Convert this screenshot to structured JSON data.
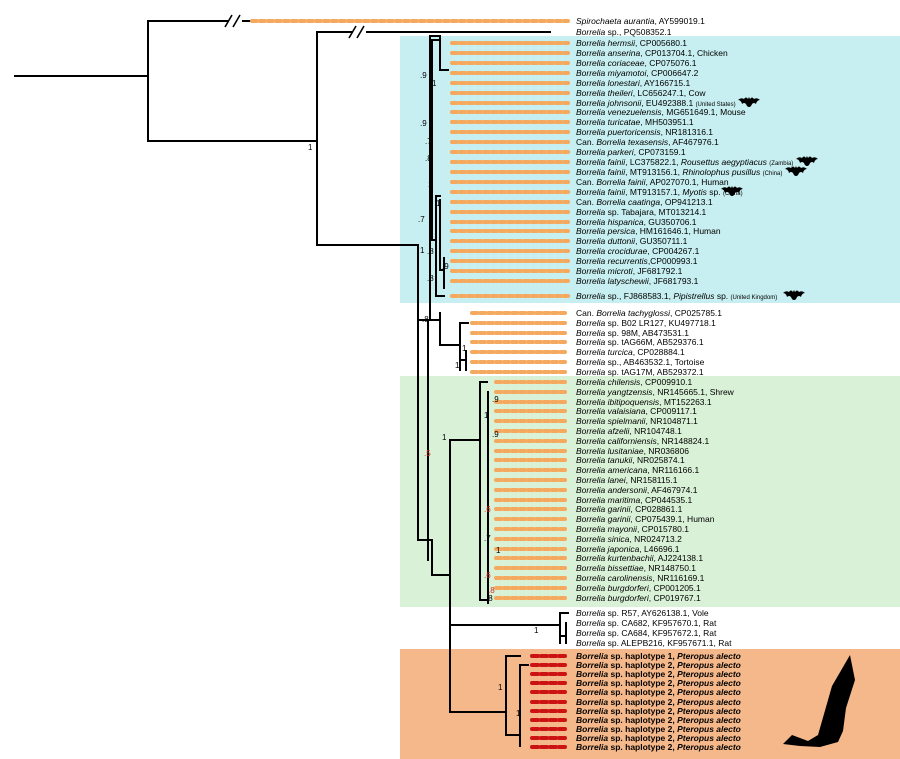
{
  "colors": {
    "dash_orange": "#f4a95e",
    "dash_red": "#cc1212",
    "highlight_cyan": "#c7eef0",
    "highlight_green": "#d9f1d6",
    "highlight_orange": "#f5b88a",
    "support_red": "#d42b1e",
    "line": "#000000"
  },
  "leaves": [
    {
      "parts": [
        {
          "t": "Spirochaeta aurantia",
          "i": true
        },
        {
          "t": ", AY599019.1"
        }
      ]
    },
    {
      "parts": [
        {
          "t": "Borrelia",
          "i": true
        },
        {
          "t": " sp., PQ508352.1"
        }
      ]
    },
    {
      "parts": [
        {
          "t": "Borrelia hermsii",
          "i": true
        },
        {
          "t": ", CP005680.1"
        }
      ]
    },
    {
      "parts": [
        {
          "t": "Borrelia anserina",
          "i": true
        },
        {
          "t": ", CP013704.1, Chicken"
        }
      ]
    },
    {
      "parts": [
        {
          "t": "Borrelia coriaceae",
          "i": true
        },
        {
          "t": ", CP075076.1"
        }
      ]
    },
    {
      "parts": [
        {
          "t": "Borrelia miyamotoi",
          "i": true
        },
        {
          "t": ", CP006647.2"
        }
      ]
    },
    {
      "parts": [
        {
          "t": "Borrelia lonestari",
          "i": true
        },
        {
          "t": ", AY166715.1"
        }
      ]
    },
    {
      "parts": [
        {
          "t": "Borrelia theileri",
          "i": true
        },
        {
          "t": ", LC656247.1, Cow"
        }
      ]
    },
    {
      "parts": [
        {
          "t": "Borrelia johnsonii",
          "i": true
        },
        {
          "t": ", EU492388.1 "
        },
        {
          "t": "(United States)",
          "s": true
        }
      ],
      "bat": true
    },
    {
      "parts": [
        {
          "t": "Borrelia venezuelensis",
          "i": true
        },
        {
          "t": ", MG651649.1, Mouse"
        }
      ]
    },
    {
      "parts": [
        {
          "t": "Borrelia turicatae",
          "i": true
        },
        {
          "t": ", MH503951.1"
        }
      ]
    },
    {
      "parts": [
        {
          "t": "Borrelia puertoricensis",
          "i": true
        },
        {
          "t": ", NR181316.1"
        }
      ]
    },
    {
      "parts": [
        {
          "t": "Can. "
        },
        {
          "t": "Borrelia texasensis",
          "i": true
        },
        {
          "t": ", AF467976.1"
        }
      ]
    },
    {
      "parts": [
        {
          "t": "Borrelia parkeri",
          "i": true
        },
        {
          "t": ", CP073159.1"
        }
      ]
    },
    {
      "parts": [
        {
          "t": "Borrelia fainii",
          "i": true
        },
        {
          "t": ", LC375822.1, "
        },
        {
          "t": "Rousettus aegyptiacus",
          "i": true
        },
        {
          "t": " "
        },
        {
          "t": "(Zambia)",
          "s": true
        }
      ],
      "bat": true
    },
    {
      "parts": [
        {
          "t": "Borrelia fainii",
          "i": true
        },
        {
          "t": ", MT913156.1, "
        },
        {
          "t": "Rhinolophus pusillus",
          "i": true
        },
        {
          "t": " "
        },
        {
          "t": "(China)",
          "s": true
        }
      ],
      "bat": true
    },
    {
      "parts": [
        {
          "t": "Can. "
        },
        {
          "t": "Borrelia fainii",
          "i": true
        },
        {
          "t": ", AP027070.1, Human"
        }
      ]
    },
    {
      "parts": [
        {
          "t": "Borrelia fainii",
          "i": true
        },
        {
          "t": ", MT913157.1, "
        },
        {
          "t": "Myotis",
          "i": true
        },
        {
          "t": " sp. "
        },
        {
          "t": "(China)",
          "s": true
        }
      ],
      "bat": true
    },
    {
      "parts": [
        {
          "t": "Can. "
        },
        {
          "t": "Borrelia caatinga",
          "i": true
        },
        {
          "t": ", OP941213.1"
        }
      ]
    },
    {
      "parts": [
        {
          "t": "Borrelia",
          "i": true
        },
        {
          "t": " sp. Tabajara, MT013214.1"
        }
      ]
    },
    {
      "parts": [
        {
          "t": "Borrelia hispanica",
          "i": true
        },
        {
          "t": ", GU350706.1"
        }
      ]
    },
    {
      "parts": [
        {
          "t": "Borrelia persica",
          "i": true
        },
        {
          "t": ", HM161646.1, Human"
        }
      ]
    },
    {
      "parts": [
        {
          "t": "Borrelia duttonii",
          "i": true
        },
        {
          "t": ", GU350711.1"
        }
      ]
    },
    {
      "parts": [
        {
          "t": "Borrelia crocidurae",
          "i": true
        },
        {
          "t": ", CP004267.1"
        }
      ]
    },
    {
      "parts": [
        {
          "t": "Borrelia recurrentis",
          "i": true
        },
        {
          "t": ",CP000993.1"
        }
      ]
    },
    {
      "parts": [
        {
          "t": "Borrelia microti",
          "i": true
        },
        {
          "t": ", JF681792.1"
        }
      ]
    },
    {
      "parts": [
        {
          "t": "Borrelia latyschewii",
          "i": true
        },
        {
          "t": ", JF681793.1"
        }
      ]
    },
    {
      "parts": [
        {
          "t": "Borrelia",
          "i": true
        },
        {
          "t": " sp., FJ868583.1, "
        },
        {
          "t": "Pipistrellus",
          "i": true
        },
        {
          "t": " sp. "
        },
        {
          "t": "(United Kingdom)",
          "s": true
        }
      ],
      "bat": true
    },
    {
      "parts": [
        {
          "t": "Can. "
        },
        {
          "t": "Borrelia tachyglossi",
          "i": true
        },
        {
          "t": ", CP025785.1"
        }
      ]
    },
    {
      "parts": [
        {
          "t": "Borrelia",
          "i": true
        },
        {
          "t": " sp. B02 LR127, KU497718.1"
        }
      ]
    },
    {
      "parts": [
        {
          "t": "Borrelia",
          "i": true
        },
        {
          "t": " sp. 98M, AB473531.1"
        }
      ]
    },
    {
      "parts": [
        {
          "t": "Borrelia",
          "i": true
        },
        {
          "t": " sp. tAG66M, AB529376.1"
        }
      ]
    },
    {
      "parts": [
        {
          "t": "Borrelia turcica",
          "i": true
        },
        {
          "t": ", CP028884.1"
        }
      ]
    },
    {
      "parts": [
        {
          "t": "Borrelia",
          "i": true
        },
        {
          "t": " sp., AB463532.1, Tortoise"
        }
      ]
    },
    {
      "parts": [
        {
          "t": "Borrelia",
          "i": true
        },
        {
          "t": " sp. tAG17M, AB529372.1"
        }
      ]
    },
    {
      "parts": [
        {
          "t": "Borrelia chilensis",
          "i": true
        },
        {
          "t": ", CP009910.1"
        }
      ]
    },
    {
      "parts": [
        {
          "t": "Borrelia yangtzensis",
          "i": true
        },
        {
          "t": ", NR145665.1, Shrew"
        }
      ]
    },
    {
      "parts": [
        {
          "t": "Borrelia ibitipoquensis",
          "i": true
        },
        {
          "t": ", MT152263.1"
        }
      ]
    },
    {
      "parts": [
        {
          "t": "Borrelia valaisiana",
          "i": true
        },
        {
          "t": ", CP009117.1"
        }
      ]
    },
    {
      "parts": [
        {
          "t": "Borrelia spielmanii",
          "i": true
        },
        {
          "t": ", NR104871.1"
        }
      ]
    },
    {
      "parts": [
        {
          "t": "Borrelia afzelii",
          "i": true
        },
        {
          "t": ", NR104748.1"
        }
      ]
    },
    {
      "parts": [
        {
          "t": "Borrelia californiensis",
          "i": true
        },
        {
          "t": ", NR148824.1"
        }
      ]
    },
    {
      "parts": [
        {
          "t": "Borrelia lusitaniae",
          "i": true
        },
        {
          "t": ", NR036806"
        }
      ]
    },
    {
      "parts": [
        {
          "t": "Borrelia tanukii",
          "i": true
        },
        {
          "t": ", NR025874.1"
        }
      ]
    },
    {
      "parts": [
        {
          "t": "Borrelia americana",
          "i": true
        },
        {
          "t": ", NR116166.1"
        }
      ]
    },
    {
      "parts": [
        {
          "t": "Borrelia lanei",
          "i": true
        },
        {
          "t": ", NR158115.1"
        }
      ]
    },
    {
      "parts": [
        {
          "t": "Borrelia andersonii",
          "i": true
        },
        {
          "t": ", AF467974.1"
        }
      ]
    },
    {
      "parts": [
        {
          "t": "Borrelia maritima",
          "i": true
        },
        {
          "t": ", CP044535.1"
        }
      ]
    },
    {
      "parts": [
        {
          "t": "Borrelia garinii",
          "i": true
        },
        {
          "t": ", CP028861.1"
        }
      ]
    },
    {
      "parts": [
        {
          "t": "Borrelia garinii",
          "i": true
        },
        {
          "t": ", CP075439.1, Human"
        }
      ]
    },
    {
      "parts": [
        {
          "t": "Borrelia mayonii",
          "i": true
        },
        {
          "t": ", CP015780.1"
        }
      ]
    },
    {
      "parts": [
        {
          "t": "Borrelia sinica",
          "i": true
        },
        {
          "t": ", NR024713.2"
        }
      ]
    },
    {
      "parts": [
        {
          "t": "Borrelia japonica",
          "i": true
        },
        {
          "t": ", L46696.1"
        }
      ]
    },
    {
      "parts": [
        {
          "t": "Borrelia kurtenbachii",
          "i": true
        },
        {
          "t": ", AJ224138.1"
        }
      ]
    },
    {
      "parts": [
        {
          "t": "Borrelia bissettiae",
          "i": true
        },
        {
          "t": ", NR148750.1"
        }
      ]
    },
    {
      "parts": [
        {
          "t": "Borrelia carolinensis",
          "i": true
        },
        {
          "t": ", NR116169.1"
        }
      ]
    },
    {
      "parts": [
        {
          "t": "Borrelia burgdorferi",
          "i": true
        },
        {
          "t": ", CP001205.1"
        }
      ]
    },
    {
      "parts": [
        {
          "t": "Borrelia burgdorferi",
          "i": true
        },
        {
          "t": ", CP019767.1"
        }
      ]
    },
    {
      "parts": [
        {
          "t": "Borrelia",
          "i": true
        },
        {
          "t": " sp. R57, AY626138.1, Vole"
        }
      ]
    },
    {
      "parts": [
        {
          "t": "Borrelia",
          "i": true
        },
        {
          "t": " sp. CA682, KF957670.1, Rat"
        }
      ]
    },
    {
      "parts": [
        {
          "t": "Borrelia",
          "i": true
        },
        {
          "t": " sp. CA684, KF957672.1, Rat"
        }
      ]
    },
    {
      "parts": [
        {
          "t": "Borrelia",
          "i": true
        },
        {
          "t": " sp. ALEPB216, KF957671.1, Rat"
        }
      ]
    },
    {
      "parts": [
        {
          "t": "Borrelia",
          "i": true
        },
        {
          "t": " sp. haplotype 1, "
        },
        {
          "t": "Pteropus alecto",
          "i": true
        }
      ],
      "hap": true
    },
    {
      "parts": [
        {
          "t": "Borrelia",
          "i": true
        },
        {
          "t": " sp. haplotype 2, "
        },
        {
          "t": "Pteropus alecto",
          "i": true
        }
      ],
      "hap": true
    },
    {
      "parts": [
        {
          "t": "Borrelia",
          "i": true
        },
        {
          "t": " sp. haplotype 2, "
        },
        {
          "t": "Pteropus alecto",
          "i": true
        }
      ],
      "hap": true
    },
    {
      "parts": [
        {
          "t": "Borrelia",
          "i": true
        },
        {
          "t": " sp. haplotype 2, "
        },
        {
          "t": "Pteropus alecto",
          "i": true
        }
      ],
      "hap": true
    },
    {
      "parts": [
        {
          "t": "Borrelia",
          "i": true
        },
        {
          "t": " sp. haplotype 2, "
        },
        {
          "t": "Pteropus alecto",
          "i": true
        }
      ],
      "hap": true
    },
    {
      "parts": [
        {
          "t": "Borrelia",
          "i": true
        },
        {
          "t": " sp. haplotype 2, "
        },
        {
          "t": "Pteropus alecto",
          "i": true
        }
      ],
      "hap": true
    },
    {
      "parts": [
        {
          "t": "Borrelia",
          "i": true
        },
        {
          "t": " sp. haplotype 2, "
        },
        {
          "t": "Pteropus alecto",
          "i": true
        }
      ],
      "hap": true
    },
    {
      "parts": [
        {
          "t": "Borrelia",
          "i": true
        },
        {
          "t": " sp. haplotype 2, "
        },
        {
          "t": "Pteropus alecto",
          "i": true
        }
      ],
      "hap": true
    },
    {
      "parts": [
        {
          "t": "Borrelia",
          "i": true
        },
        {
          "t": " sp. haplotype 2, "
        },
        {
          "t": "Pteropus alecto",
          "i": true
        }
      ],
      "hap": true
    },
    {
      "parts": [
        {
          "t": "Borrelia",
          "i": true
        },
        {
          "t": " sp. haplotype 2, "
        },
        {
          "t": "Pteropus alecto",
          "i": true
        }
      ],
      "hap": true
    },
    {
      "parts": [
        {
          "t": "Borrelia",
          "i": true
        },
        {
          "t": " sp. haplotype 2, "
        },
        {
          "t": "Pteropus alecto",
          "i": true
        }
      ],
      "hap": true
    }
  ],
  "support_values": [
    {
      "v": "1",
      "red": false
    },
    {
      "v": ".9",
      "red": false
    },
    {
      "v": "1",
      "red": false
    },
    {
      "v": ".9",
      "red": false
    },
    {
      "v": ".7",
      "red": false
    },
    {
      "v": ".8",
      "red": false
    },
    {
      "v": "1",
      "red": false
    },
    {
      "v": ".7",
      "red": false
    },
    {
      "v": "1",
      "red": false
    },
    {
      "v": ".8",
      "red": false
    },
    {
      "v": ".9",
      "red": false
    },
    {
      "v": ".8",
      "red": false
    },
    {
      "v": "1",
      "red": false
    },
    {
      "v": ".8",
      "red": false
    },
    {
      "v": "1",
      "red": false
    },
    {
      "v": "1",
      "red": false
    },
    {
      "v": ".5",
      "red": true
    },
    {
      "v": "1",
      "red": false
    },
    {
      "v": ".9",
      "red": false
    },
    {
      "v": "1",
      "red": false
    },
    {
      "v": ".9",
      "red": false
    },
    {
      "v": ".6",
      "red": true
    },
    {
      "v": ".7",
      "red": false
    },
    {
      "v": "1",
      "red": false
    },
    {
      "v": ".6",
      "red": true
    },
    {
      "v": ".8",
      "red": true
    },
    {
      "v": ".8",
      "red": false
    },
    {
      "v": "1",
      "red": false
    },
    {
      "v": "1",
      "red": false
    },
    {
      "v": "1",
      "red": false
    }
  ]
}
